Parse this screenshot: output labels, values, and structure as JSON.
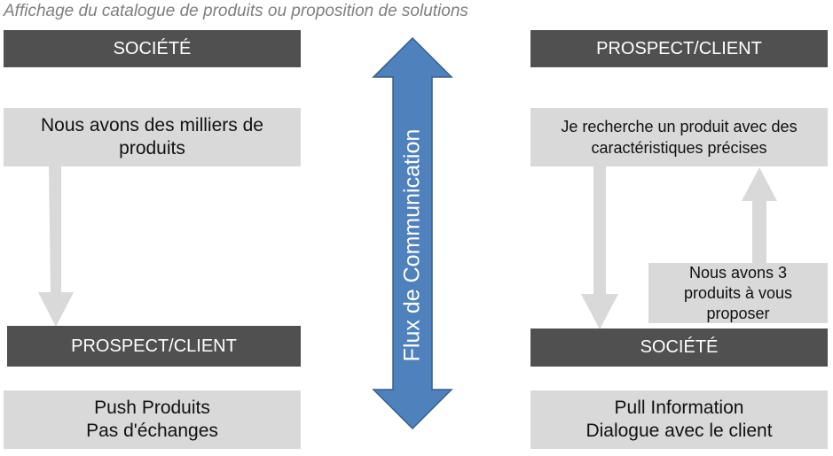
{
  "title": "Affichage du catalogue de produits ou proposition de solutions",
  "left": {
    "header": "SOCIÉTÉ",
    "statement": "Nous avons des milliers de produits",
    "target": "PROSPECT/CLIENT",
    "summary_line1": "Push Produits",
    "summary_line2": "Pas d'échanges"
  },
  "center": {
    "label": "Flux de Communication",
    "arrow_fill": "#4f81bd",
    "arrow_stroke": "#385d8a"
  },
  "right": {
    "header": "PROSPECT/CLIENT",
    "request": "Je recherche un produit avec des caractéristiques précises",
    "response": "Nous avons 3 produits à vous proposer",
    "target": "SOCIÉTÉ",
    "summary_line1": "Pull Information",
    "summary_line2": "Dialogue avec le client"
  }
}
